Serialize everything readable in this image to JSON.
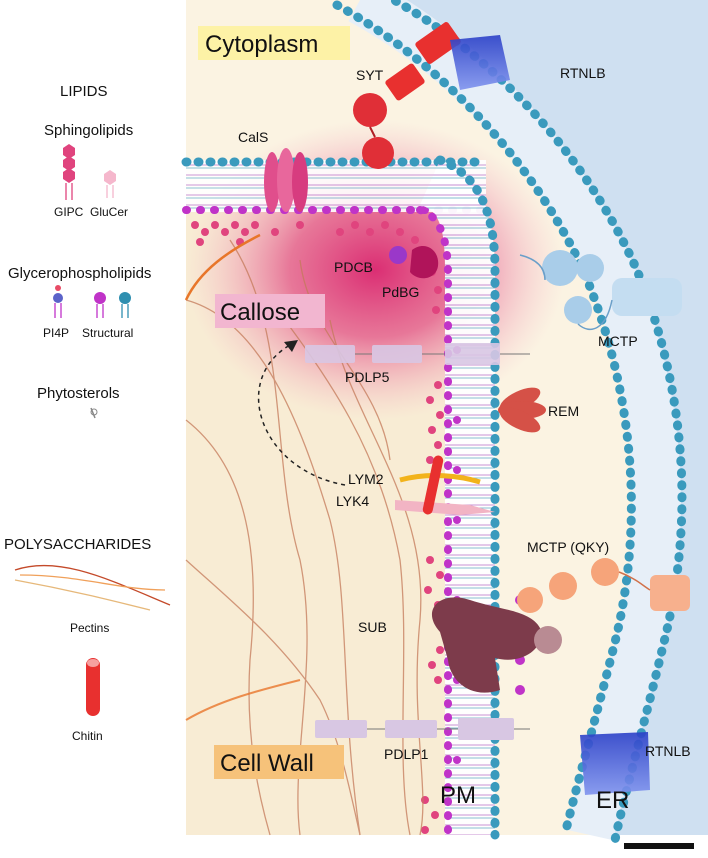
{
  "legend": {
    "lipids_heading": "LIPIDS",
    "sphingolipids_heading": "Sphingolipids",
    "gipc_label": "GIPC",
    "glucer_label": "GluCer",
    "glycerophospholipids_heading": "Glycerophospholipids",
    "pi4p_label": "PI4P",
    "structural_label": "Structural",
    "phytosterols_heading": "Phytosterols",
    "polysaccharides_heading": "POLYSACCHARIDES",
    "pectins_label": "Pectins",
    "chitin_label": "Chitin"
  },
  "regions": {
    "cytoplasm": "Cytoplasm",
    "callose": "Callose",
    "cell_wall": "Cell Wall",
    "pm": "PM",
    "er": "ER"
  },
  "proteins": {
    "syt": "SYT",
    "rtnlb_top": "RTNLB",
    "cals": "CalS",
    "pdcb": "PDCB",
    "pdbg": "PdBG",
    "mctp": "MCTP",
    "pdlp5": "PDLP5",
    "rem": "REM",
    "lym2": "LYM2",
    "lyk4": "LYK4",
    "mctp_qky": "MCTP (QKY)",
    "sub": "SUB",
    "rtnlb_bottom": "RTNLB",
    "pdlp1": "PDLP1"
  },
  "colors": {
    "cytoplasm_bg": "#fbf3e2",
    "er_lumen": "#cfe0f1",
    "callose": "#d9246e",
    "lipid_pink": "#e0447e",
    "lipid_blue": "#2f8fb0",
    "lipid_magenta": "#c033c8",
    "cytoplasm_tag": "#fdf2a6",
    "callose_tag": "#f2b6d0",
    "cellwall_tag": "#f6c27a"
  }
}
